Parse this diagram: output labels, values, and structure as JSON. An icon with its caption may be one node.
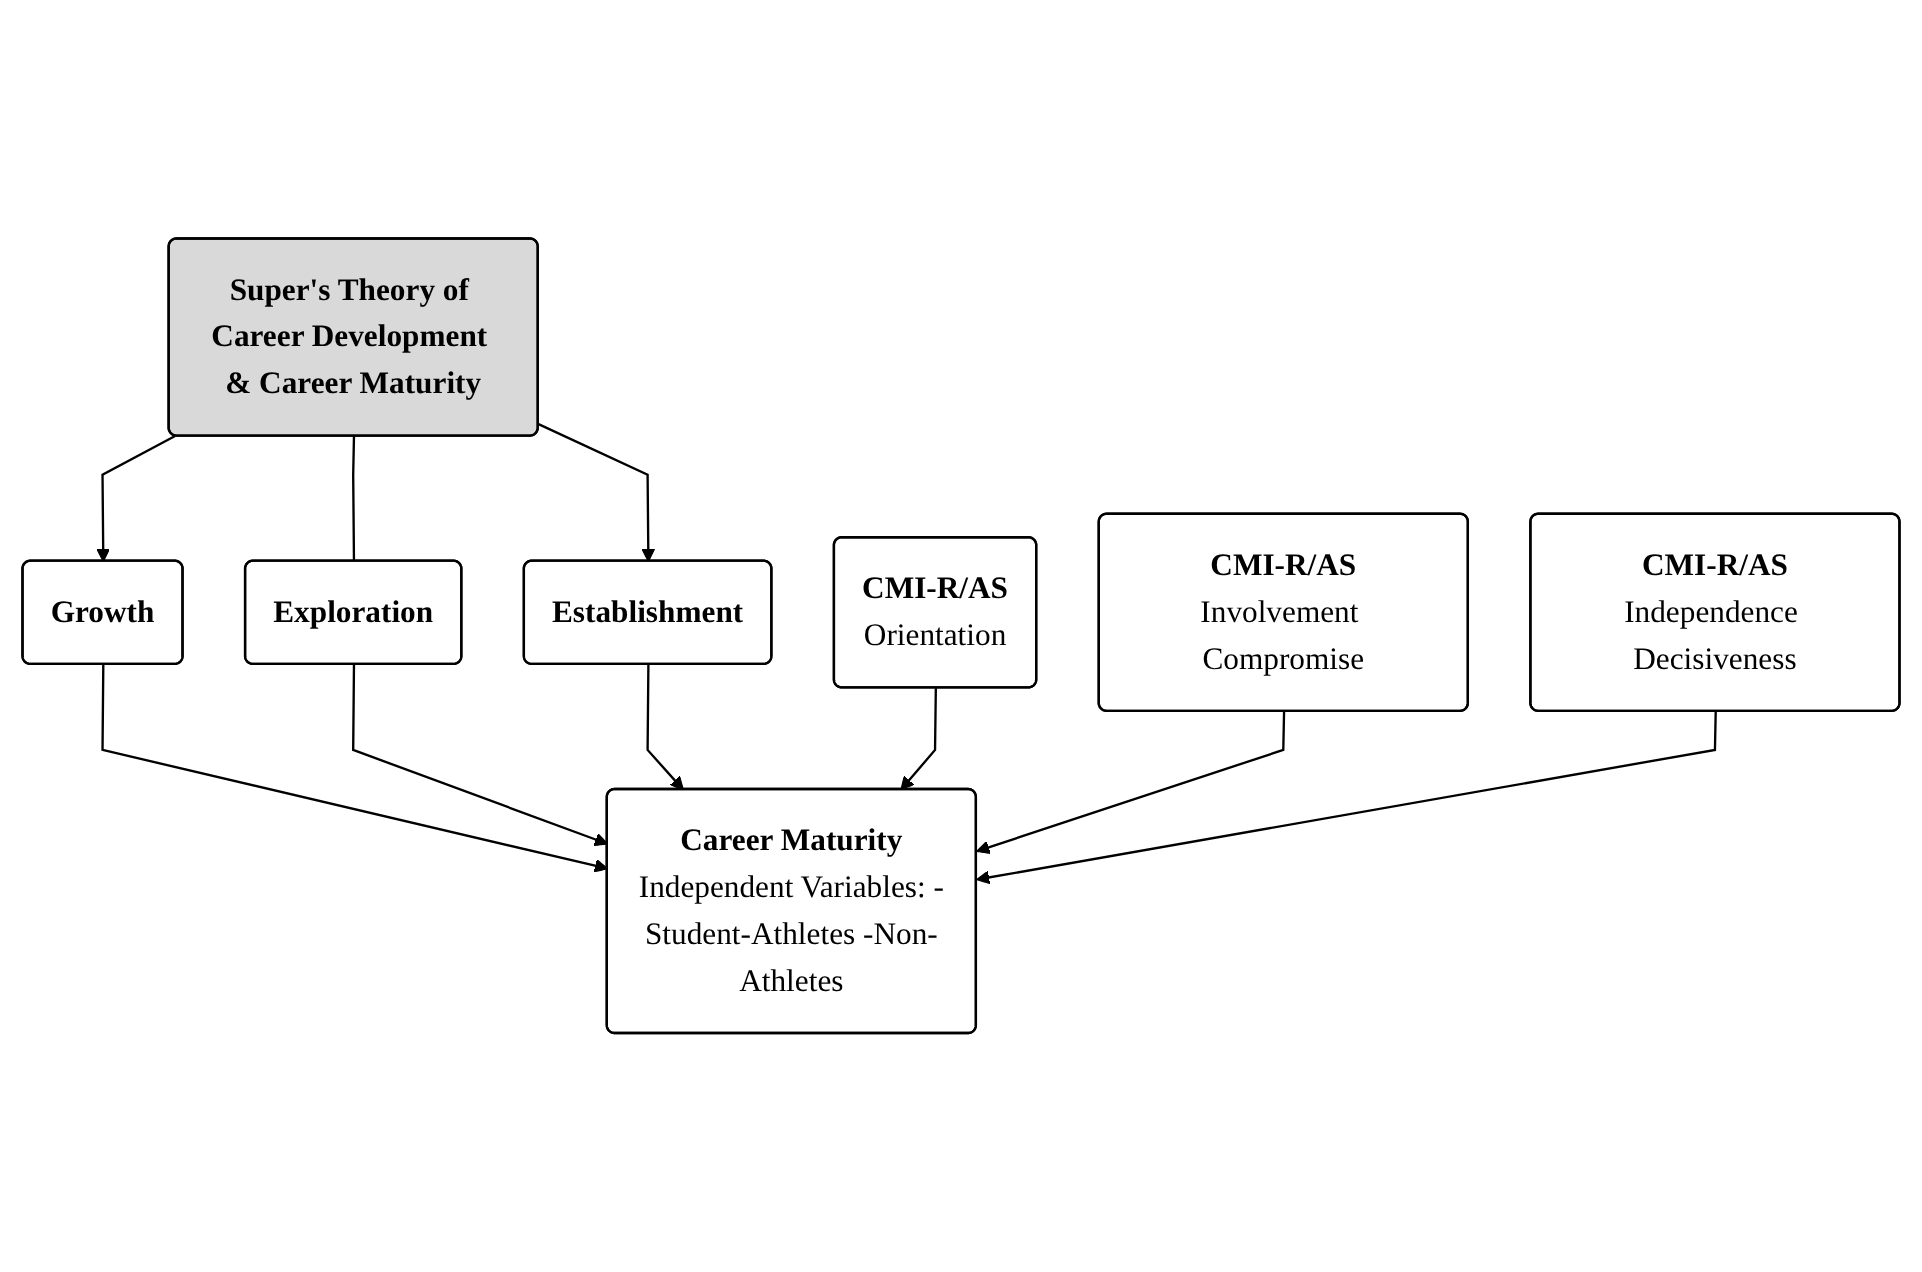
{
  "diagram": {
    "nodes": [
      {
        "text": [
          "Super's Theory of Career Development & Career Maturity"
        ]
      },
      {
        "text": [
          "Growth"
        ]
      },
      {
        "text": [
          "Exploration"
        ]
      },
      {
        "text": [
          "Establishment"
        ]
      },
      {
        "text": [
          "Career Maturity",
          "Independent Variables: -Student-Athletes -Non-Athletes"
        ]
      },
      {
        "text": [
          "CMI-R/AS",
          "Orientation"
        ]
      },
      {
        "text": [
          "CMI-R/AS",
          "Involvement Compromise"
        ]
      },
      {
        "text": [
          "CMI-R/AS",
          "Independence Decisiveness"
        ]
      }
    ],
    "edges": [
      {
        "from": 0,
        "to": 1,
        "arrow": "to"
      },
      {
        "from": 0,
        "to": 2,
        "arrow": "none"
      },
      {
        "from": 0,
        "to": 3,
        "arrow": "to"
      },
      {
        "from": 1,
        "to": 4,
        "arrow": "to"
      },
      {
        "from": 2,
        "to": 4,
        "arrow": "to"
      },
      {
        "from": 3,
        "to": 4,
        "arrow": "to"
      },
      {
        "from": 5,
        "to": 4,
        "arrow": "to"
      },
      {
        "from": 6,
        "to": 4,
        "arrow": "to"
      },
      {
        "from": 7,
        "to": 4,
        "arrow": "to"
      }
    ]
  }
}
